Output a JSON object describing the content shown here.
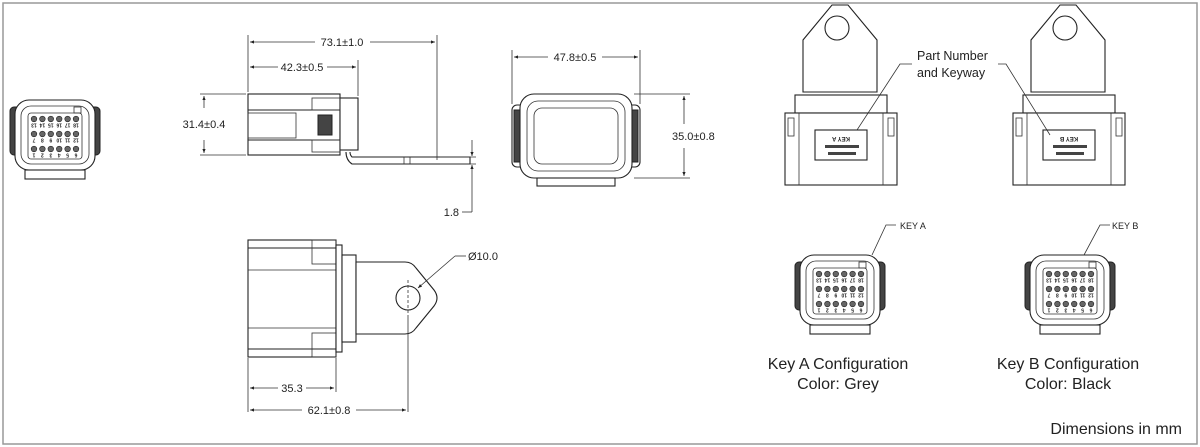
{
  "dimensions": {
    "overall_length": "73.1±1.0",
    "body_length": "42.3±0.5",
    "height": "31.4±0.4",
    "tab_thickness": "1.8",
    "width": "47.8±0.5",
    "depth": "35.0±0.8",
    "hole_diameter": "Ø10.0",
    "body_to_flange": "35.3",
    "overall_top": "62.1±0.8"
  },
  "callouts": {
    "part_number_line1": "Part Number",
    "part_number_line2": "and Keyway",
    "key_a": "KEY A",
    "key_b": "KEY B"
  },
  "labels": {
    "key_a_label": "KEY A",
    "key_b_label": "KEY B"
  },
  "configurations": [
    {
      "title": "Key A Configuration",
      "color": "Color: Grey"
    },
    {
      "title": "Key B Configuration",
      "color": "Color: Black"
    }
  ],
  "pin_rows": [
    [
      "13",
      "14",
      "15",
      "16",
      "17",
      "18"
    ],
    [
      "7",
      "8",
      "9",
      "10",
      "11",
      "12"
    ],
    [
      "1",
      "2",
      "3",
      "4",
      "5",
      "6"
    ]
  ],
  "footer": "Dimensions in mm",
  "colors": {
    "line": "#222222",
    "frame": "#999999"
  }
}
